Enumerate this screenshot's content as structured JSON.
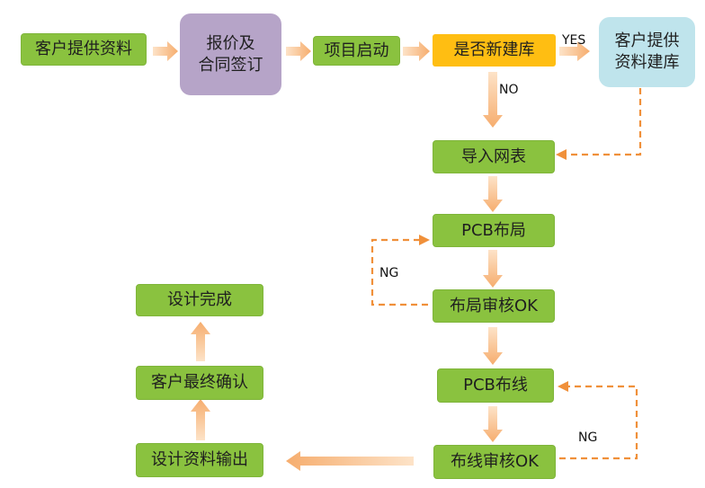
{
  "nodes": {
    "customer_provides_info": "客户提供资料",
    "quote_contract": "报价及\n合同签订",
    "project_start": "项目启动",
    "new_library_q": "是否新建库",
    "customer_provides_lib": "客户提供\n资料建库",
    "import_netlist": "导入网表",
    "pcb_layout": "PCB布局",
    "layout_review": "布局审核OK",
    "pcb_routing": "PCB布线",
    "routing_review": "布线审核OK",
    "design_output": "设计资料输出",
    "customer_confirm": "客户最终确认",
    "design_complete": "设计完成"
  },
  "labels": {
    "yes": "YES",
    "no": "NO",
    "ng_layout": "NG",
    "ng_routing": "NG"
  },
  "colors": {
    "green": "#8ac23f",
    "purple": "#b6a4c8",
    "orange": "#ffbe12",
    "light_blue": "#bfe4ec",
    "arrow": "#f7b77a",
    "dashed_arrow": "#f0903a"
  }
}
